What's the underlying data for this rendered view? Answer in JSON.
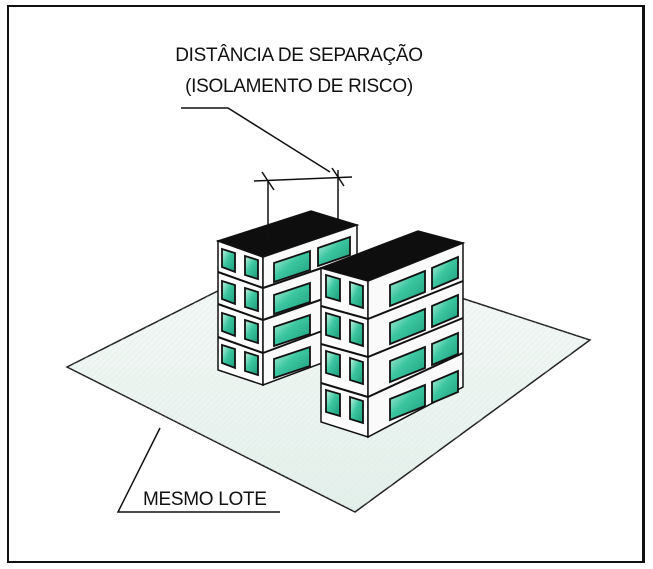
{
  "diagram": {
    "title_line1": "DISTÂNCIA DE SEPARAÇÃO",
    "title_line2": "(ISOLAMENTO DE RISCO)",
    "ground_label": "MESMO LOTE"
  },
  "colors": {
    "roof": "#0e0e0e",
    "window": "#3bc6a0",
    "window_light": "#b8efdb",
    "ground": "#eef5f2",
    "outline": "#111111"
  }
}
